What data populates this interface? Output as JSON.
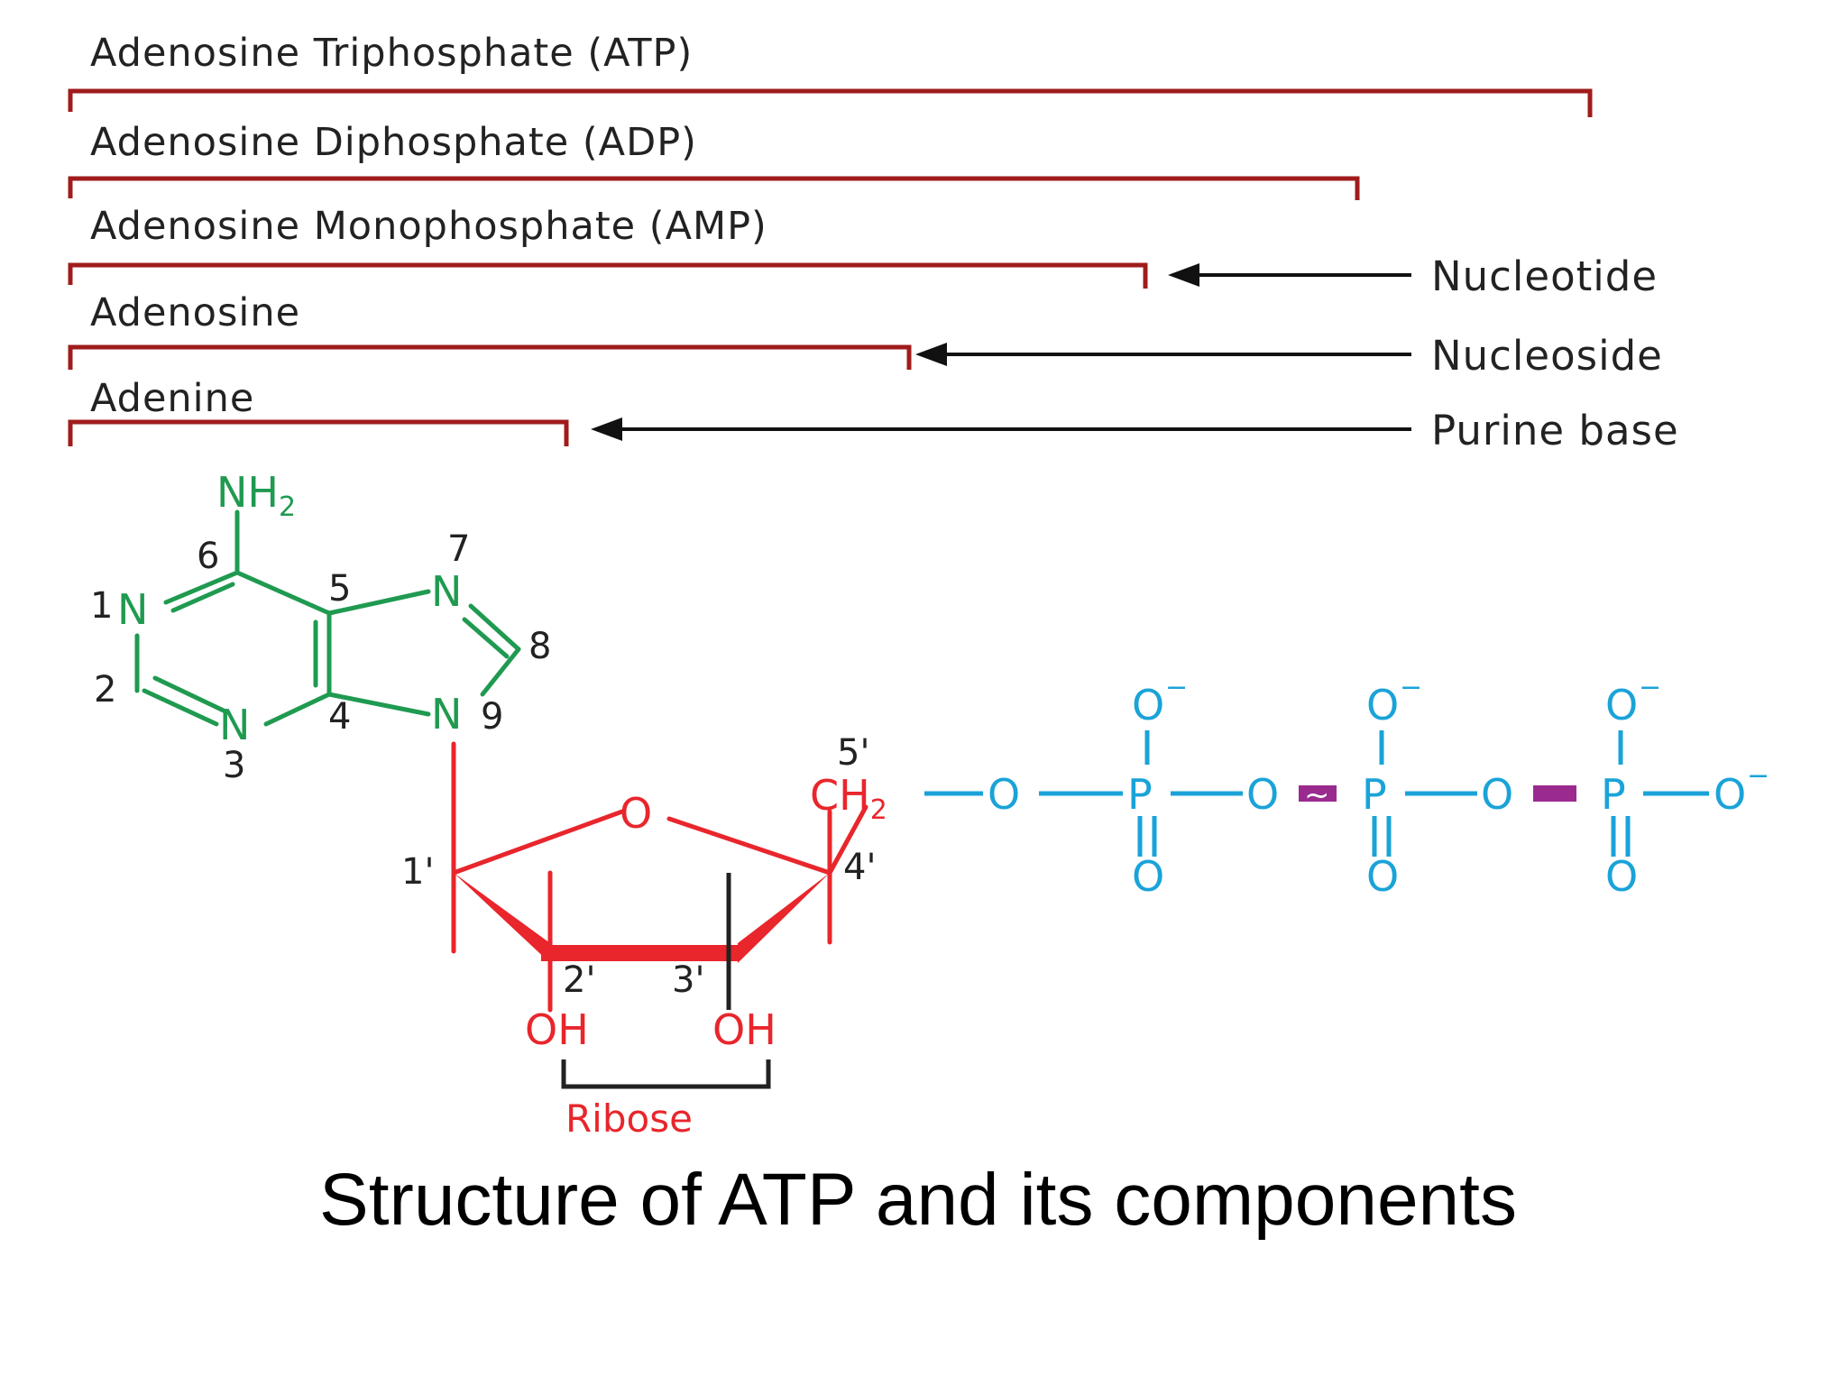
{
  "colors": {
    "bracket": "#a01c1c",
    "arrow": "#111111",
    "adenine": "#1f9a50",
    "ribose": "#e8262c",
    "phosphate": "#1aa3d8",
    "high_energy_bond": "#9b2a8f",
    "text": "#222222"
  },
  "components": [
    {
      "label": "Adenosine Triphosphate (ATP)"
    },
    {
      "label": "Adenosine Diphosphate (ADP)"
    },
    {
      "label": "Adenosine Monophosphate (AMP)"
    },
    {
      "label": "Adenosine"
    },
    {
      "label": "Adenine"
    }
  ],
  "side_labels": {
    "nucleotide": "Nucleotide",
    "nucleoside": "Nucleoside",
    "purine_base": "Purine base"
  },
  "adenine": {
    "amine": "NH",
    "amine_subscript": "2",
    "n1": "N",
    "n3": "N",
    "n7": "N",
    "n9": "N",
    "pos1": "1",
    "pos2": "2",
    "pos3": "3",
    "pos4": "4",
    "pos5": "5",
    "pos6": "6",
    "pos7": "7",
    "pos8": "8",
    "pos9": "9"
  },
  "ribose": {
    "ring_oxygen": "O",
    "c5_group": "CH",
    "c5_subscript": "2",
    "pos1": "1'",
    "pos2": "2'",
    "pos3": "3'",
    "pos4": "4'",
    "pos5": "5'",
    "oh_left": "OH",
    "oh_right": "OH",
    "name": "Ribose"
  },
  "phosphates": {
    "oxygen": "O",
    "phosphorus": "P",
    "minus": "−",
    "tilde": "~"
  },
  "caption": "Structure of ATP and its components"
}
